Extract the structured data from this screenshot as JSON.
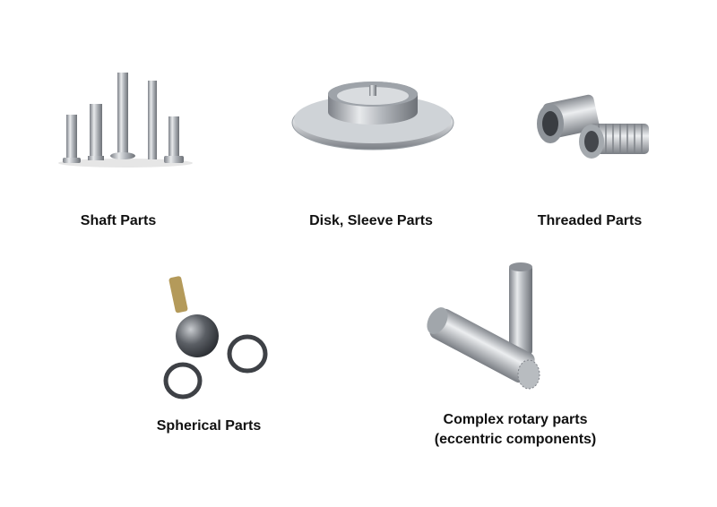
{
  "items": [
    {
      "label": "Shaft Parts"
    },
    {
      "label": "Disk, Sleeve Parts"
    },
    {
      "label": "Threaded Parts"
    },
    {
      "label": "Spherical Parts"
    },
    {
      "label_line1": "Complex rotary parts",
      "label_line2": "(eccentric components)"
    }
  ]
}
